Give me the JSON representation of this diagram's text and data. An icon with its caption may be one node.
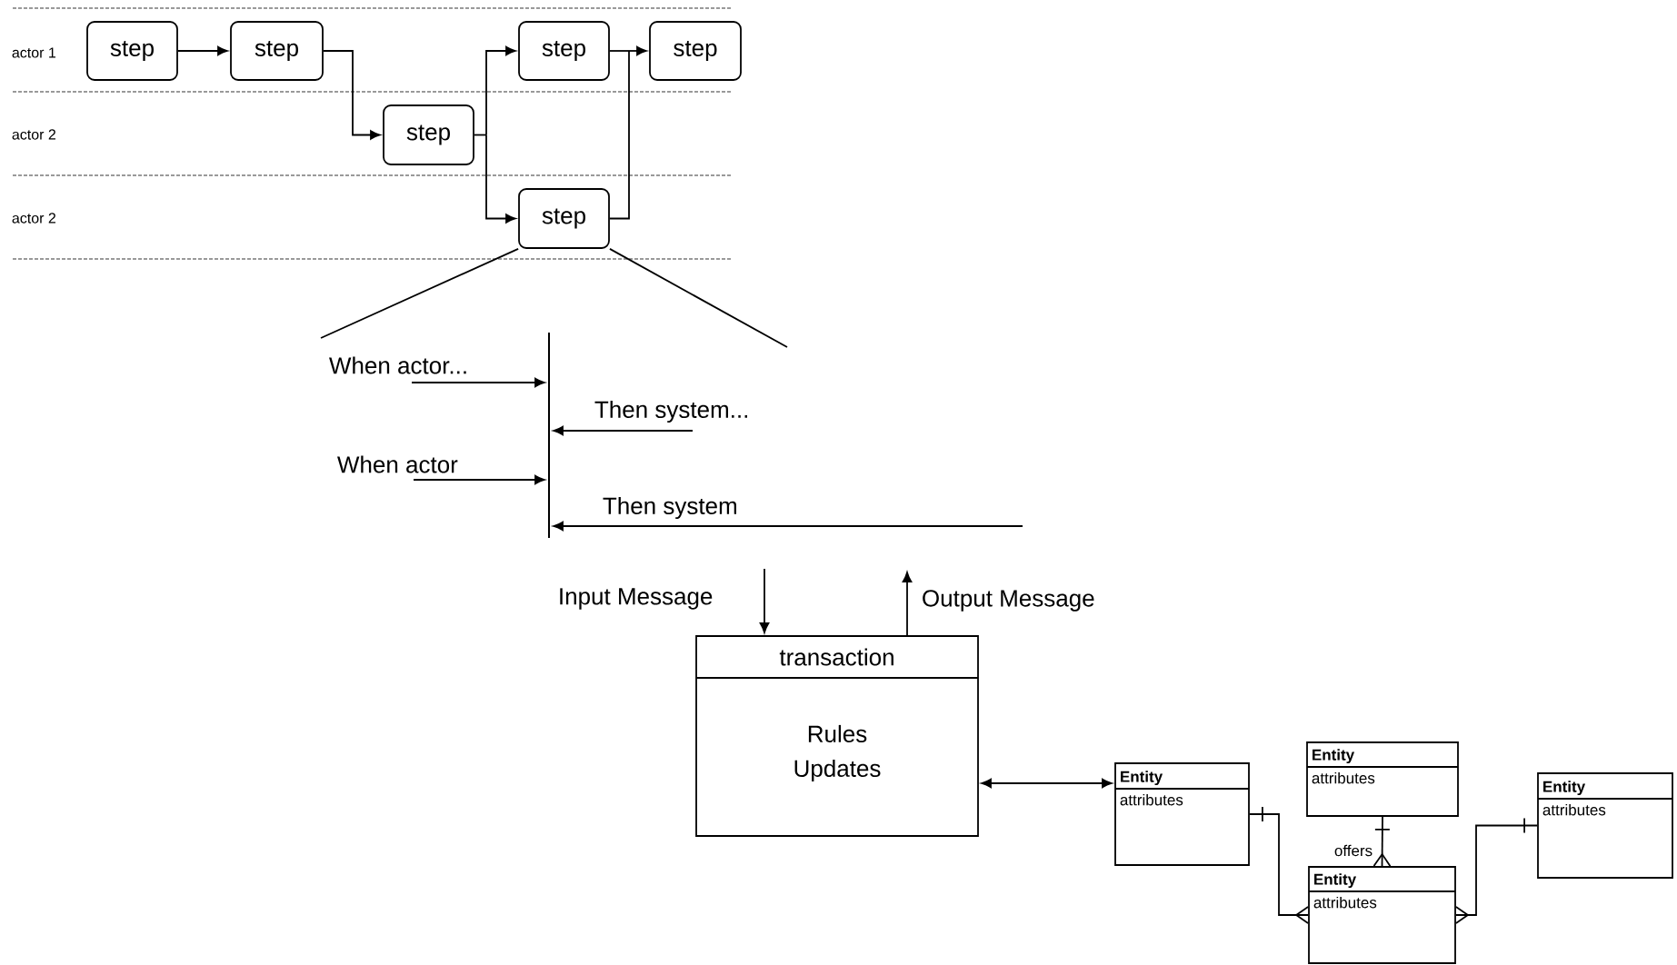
{
  "diagram": {
    "nodes": [
      {
        "text": [
          "step"
        ]
      },
      {
        "text": [
          "step"
        ]
      },
      {
        "text": [
          "step"
        ]
      },
      {
        "text": [
          "step"
        ]
      },
      {
        "text": [
          "step"
        ]
      },
      {
        "text": [
          "step"
        ]
      },
      {
        "text": [],
        "shape": "bar"
      },
      {
        "text": [
          "transaction",
          "Rules Updates"
        ]
      },
      {
        "text": [
          "Entity",
          "attributes"
        ]
      },
      {
        "text": [
          "Entity",
          "attributes"
        ]
      },
      {
        "text": [
          "Entity",
          "attributes"
        ]
      },
      {
        "text": [
          "Entity",
          "attributes"
        ]
      }
    ],
    "edges": [
      {
        "from": 0,
        "to": 1,
        "arrow": "to"
      },
      {
        "from": 1,
        "to": 2,
        "arrow": "to"
      },
      {
        "from": 2,
        "to": 3,
        "arrow": "to"
      },
      {
        "from": 2,
        "to": 5,
        "arrow": "to"
      },
      {
        "from": 3,
        "to": 4,
        "arrow": "to"
      },
      {
        "from": 5,
        "to": 4,
        "arrow": "to"
      },
      {
        "from": null,
        "to": 6,
        "arrow": "to",
        "label": "When actor..."
      },
      {
        "from": null,
        "to": 6,
        "arrow": "to",
        "label": "Then system..."
      },
      {
        "from": null,
        "to": 6,
        "arrow": "to",
        "label": "When actor"
      },
      {
        "from": null,
        "to": 6,
        "arrow": "to",
        "label": "Then system"
      },
      {
        "from": null,
        "to": 7,
        "arrow": "to",
        "label": "Input Message"
      },
      {
        "from": 7,
        "to": null,
        "arrow": "to",
        "label": "Output Message"
      },
      {
        "from": 7,
        "to": 8,
        "arrow": "both"
      },
      {
        "from": 8,
        "to": 10,
        "arrow": "other"
      },
      {
        "from": 9,
        "to": 10,
        "arrow": "other",
        "label": "offers"
      },
      {
        "from": 11,
        "to": 10,
        "arrow": "other"
      }
    ],
    "labels": [
      "actor 1",
      "actor 2",
      "actor 2"
    ]
  }
}
